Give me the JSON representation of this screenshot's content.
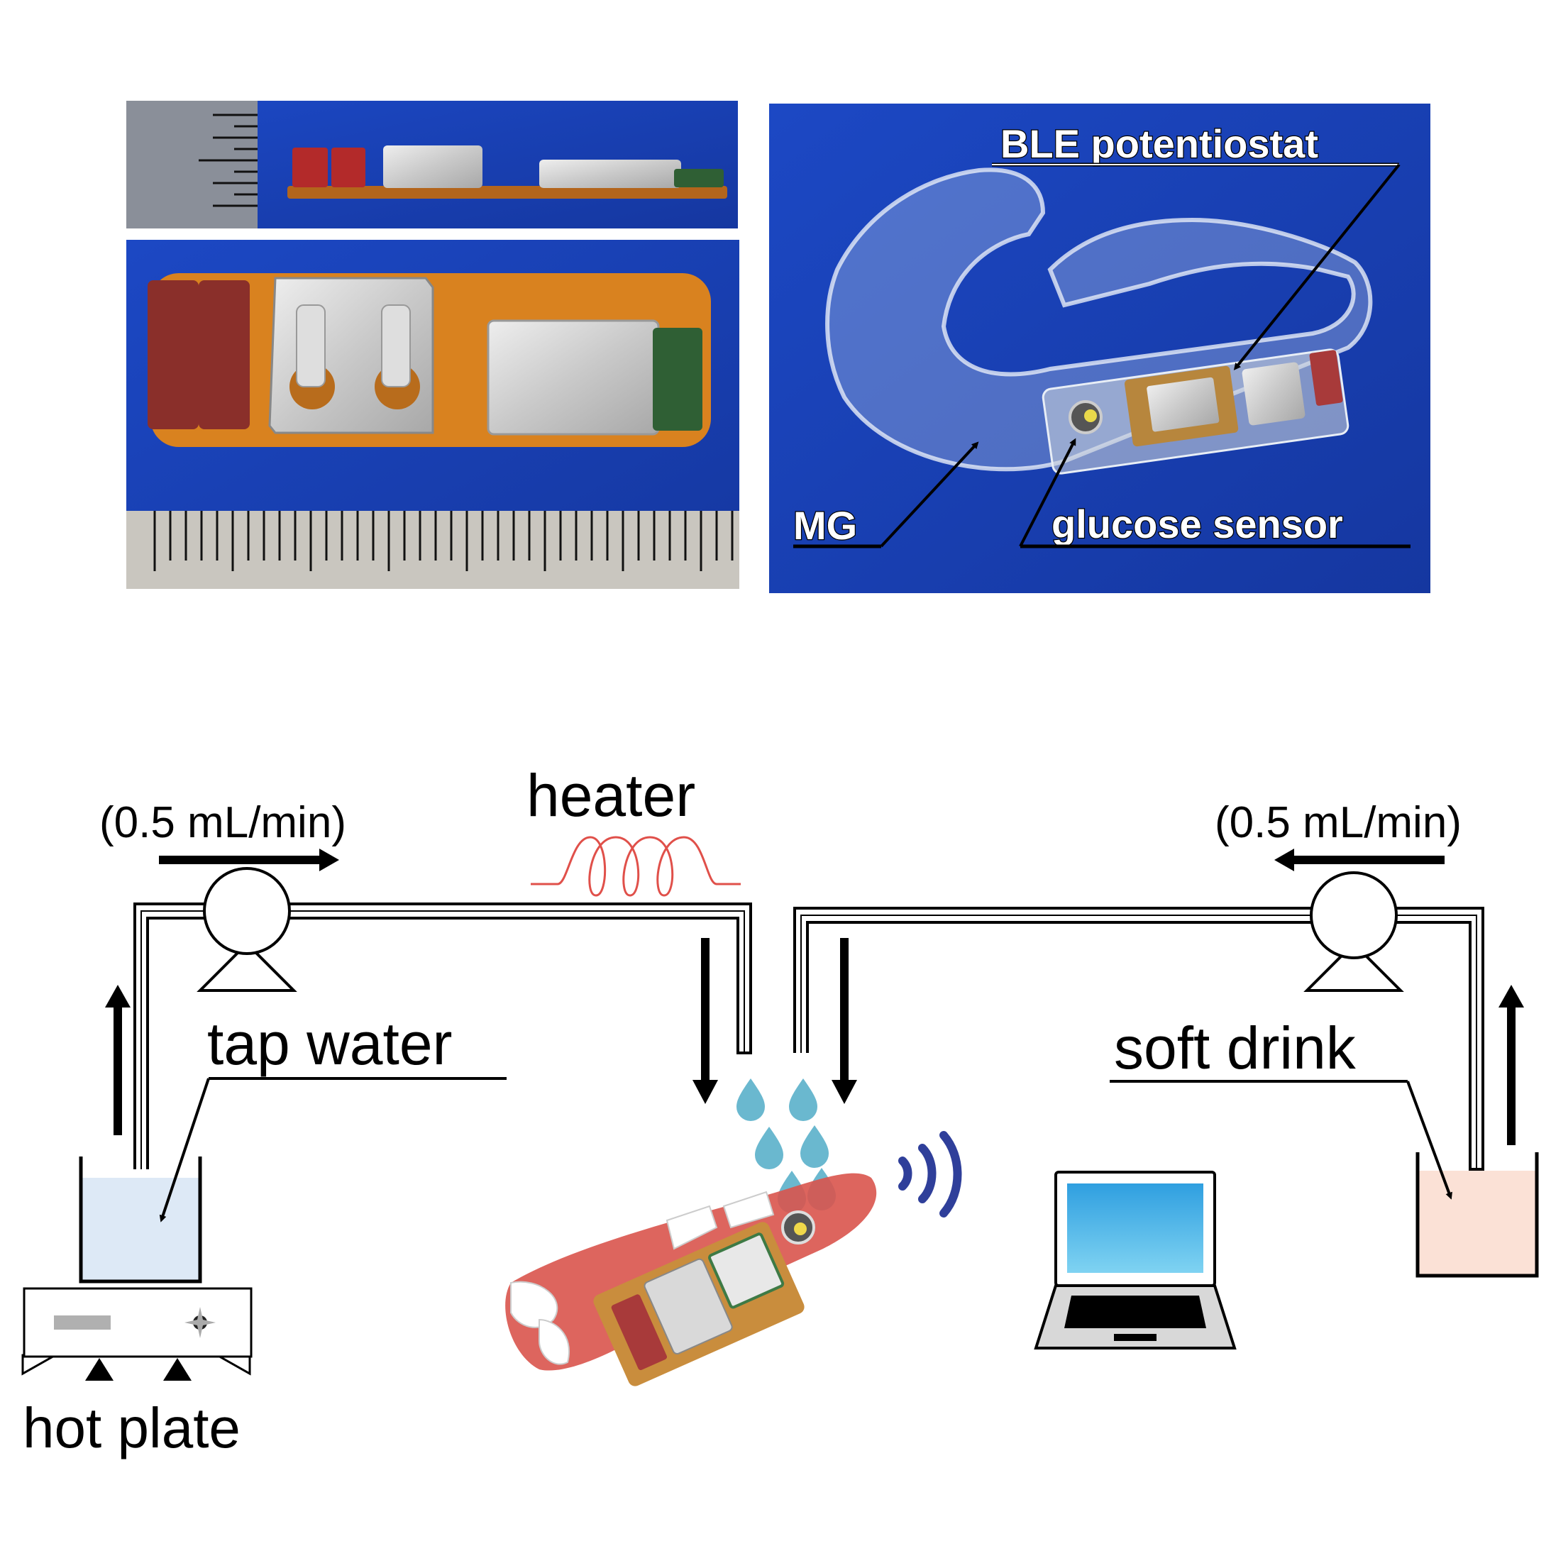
{
  "photo_labels": {
    "ble": "BLE potentiostat",
    "mg": "MG",
    "glucose": "glucose sensor"
  },
  "diagram": {
    "flow_left": "(0.5 mL/min)",
    "flow_right": "(0.5 mL/min)",
    "heater": "heater",
    "tap_water": "tap water",
    "soft_drink": "soft drink",
    "hot_plate": "hot plate"
  },
  "colors": {
    "photo_blue": "#1a3fb0",
    "pcb_orange": "#d9821f",
    "battery_red": "#8a2f2a",
    "heater_coil": "#e0504a",
    "tap_water": "#dde9f6",
    "soft_drink": "#fbe1d6",
    "droplet": "#6ab8cf",
    "wireless": "#2f3f9a",
    "screen": "#45b6e6",
    "gum": "#d9544c"
  }
}
